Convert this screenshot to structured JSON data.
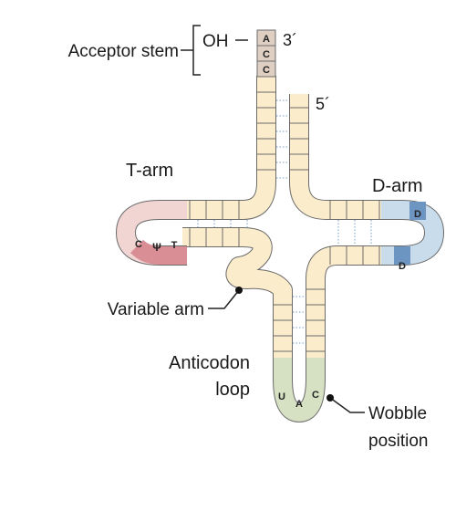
{
  "labels": {
    "acceptor_stem": "Acceptor stem",
    "oh": "OH",
    "three_prime": "3´",
    "five_prime": "5´",
    "t_arm": "T-arm",
    "d_arm": "D-arm",
    "variable_arm": "Variable arm",
    "anticodon_loop_line1": "Anticodon",
    "anticodon_loop_line2": "loop",
    "wobble_line1": "Wobble",
    "wobble_line2": "position"
  },
  "bases": {
    "acceptor_top": "A",
    "acceptor_mid": "C",
    "acceptor_bottom": "C",
    "t_loop_c": "C",
    "t_loop_psi": "Ψ",
    "t_loop_t": "T",
    "d_loop_upper": "D",
    "d_loop_lower": "D",
    "anticodon_u": "U",
    "anticodon_a": "A",
    "anticodon_c": "C"
  },
  "colors": {
    "backbone": "#fbeccb",
    "t_loop": "#f1d5d3",
    "t_loop_highlight": "#d98d95",
    "d_loop": "#c8dceb",
    "d_loop_highlight": "#6d95c2",
    "anticodon_loop": "#d6e0c3",
    "acceptor_end": "#dfcfc2",
    "outline": "#6b6b6b",
    "pairing": "#7a9fc4"
  }
}
